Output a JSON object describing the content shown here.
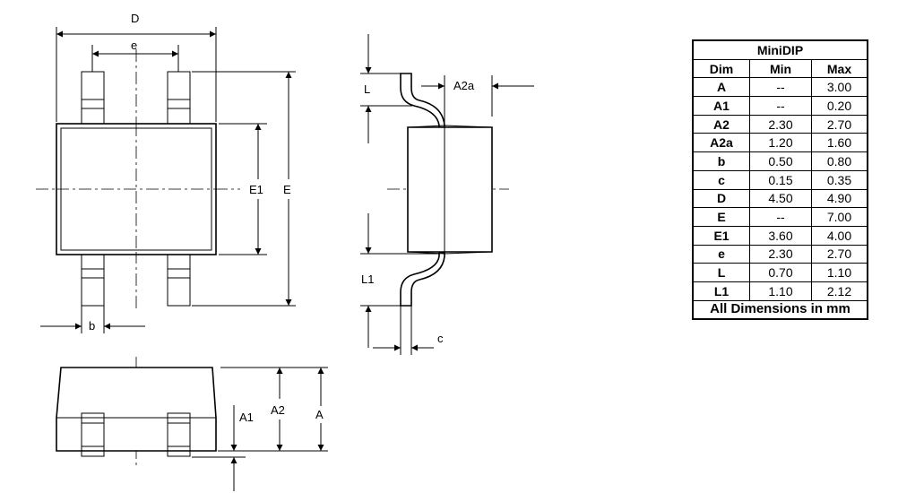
{
  "labels": {
    "D": "D",
    "e": "e",
    "E1": "E1",
    "E": "E",
    "b": "b",
    "L": "L",
    "A2a": "A2a",
    "L1": "L1",
    "c": "c",
    "A1": "A1",
    "A2": "A2",
    "A": "A"
  },
  "table": {
    "title": "MiniDIP",
    "headers": [
      "Dim",
      "Min",
      "Max"
    ],
    "rows": [
      {
        "dim": "A",
        "min": "--",
        "max": "3.00"
      },
      {
        "dim": "A1",
        "min": "--",
        "max": "0.20"
      },
      {
        "dim": "A2",
        "min": "2.30",
        "max": "2.70"
      },
      {
        "dim": "A2a",
        "min": "1.20",
        "max": "1.60"
      },
      {
        "dim": "b",
        "min": "0.50",
        "max": "0.80"
      },
      {
        "dim": "c",
        "min": "0.15",
        "max": "0.35"
      },
      {
        "dim": "D",
        "min": "4.50",
        "max": "4.90"
      },
      {
        "dim": "E",
        "min": "--",
        "max": "7.00"
      },
      {
        "dim": "E1",
        "min": "3.60",
        "max": "4.00"
      },
      {
        "dim": "e",
        "min": "2.30",
        "max": "2.70"
      },
      {
        "dim": "L",
        "min": "0.70",
        "max": "1.10"
      },
      {
        "dim": "L1",
        "min": "1.10",
        "max": "2.12"
      }
    ],
    "footer": "All Dimensions in mm"
  }
}
